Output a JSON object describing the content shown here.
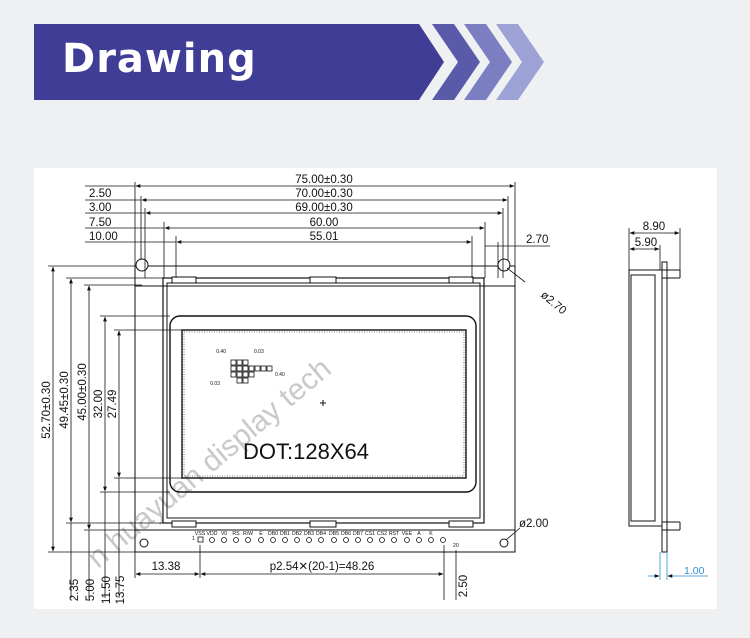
{
  "header": {
    "title": "Drawing"
  },
  "front_view": {
    "width_dims": [
      "75.00±0.30",
      "70.00±0.30",
      "69.00±0.30",
      "60.00",
      "55.01"
    ],
    "left_dims": [
      "2.50",
      "3.00",
      "7.50",
      "10.00"
    ],
    "right_dims": [
      "2.70",
      "ø2.70",
      "ø2.00"
    ],
    "height_dims": [
      "52.70±0.30",
      "49.45±0.30",
      "45.00±0.30",
      "32.00",
      "27.49"
    ],
    "bottom_dims": [
      "2.35",
      "5.00",
      "11.50",
      "13.75",
      "13.38",
      "2.50"
    ],
    "pitch_note": "p2.54✕(20-1)=48.26",
    "dot_label": "DOT:128X64",
    "dot_detail": [
      "0.40",
      "0.03",
      "0.03",
      "0.40"
    ],
    "pin_labels": [
      "VSS",
      "VDD",
      "V0",
      "RS",
      "R/W",
      "E",
      "DB0",
      "DB1",
      "DB2",
      "DB3",
      "DB4",
      "DB5",
      "DB6",
      "DB7",
      "CS1",
      "CS2",
      "RST",
      "VEE",
      "A",
      "K"
    ],
    "pin_first": "1",
    "pin_last": "20"
  },
  "side_view": {
    "dims": [
      "8.90",
      "5.90",
      "1.00"
    ]
  }
}
